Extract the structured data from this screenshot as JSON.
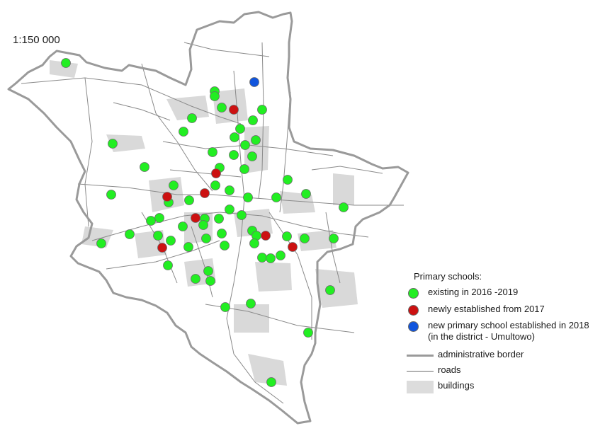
{
  "map": {
    "scale_label": "1:150 000",
    "colors": {
      "existing": "#22ee22",
      "new2017": "#cc1111",
      "new2018": "#1155dd",
      "border": "#9a9a9a",
      "roads": "#8c8c8c",
      "buildings": "#d6d6d6",
      "dot_outline": "#6a6a6a"
    }
  },
  "legend": {
    "title": "Primary schools:",
    "existing": "existing in 2016 -2019",
    "new2017": "newly established from 2017",
    "new2018_line1": "new primary school established in 2018",
    "new2018_line2": "(in the district - Umultowo)",
    "border": "administrative border",
    "roads": "roads",
    "buildings": "buildings"
  }
}
